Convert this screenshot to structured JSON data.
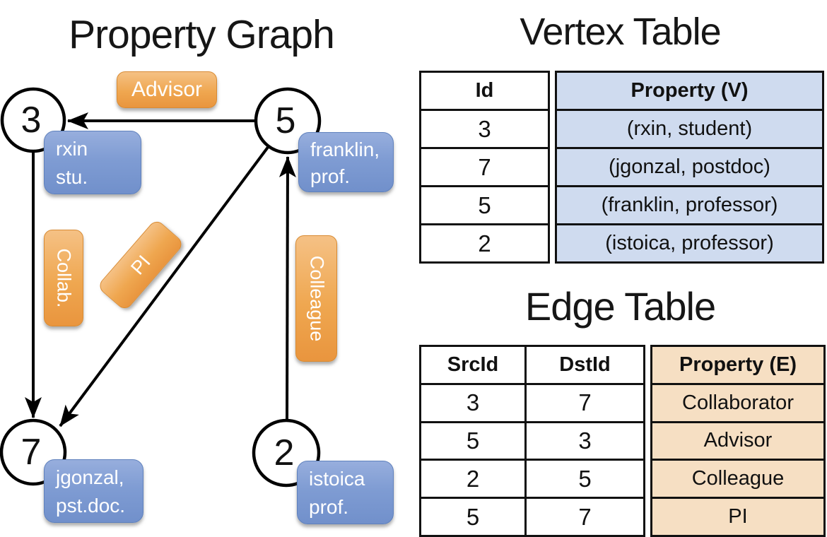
{
  "graph": {
    "title": "Property Graph",
    "nodes": [
      {
        "id": "3",
        "label_lines": [
          "rxin",
          "stu."
        ]
      },
      {
        "id": "5",
        "label_lines": [
          "franklin,",
          "prof."
        ]
      },
      {
        "id": "7",
        "label_lines": [
          "jgonzal,",
          "pst.doc."
        ]
      },
      {
        "id": "2",
        "label_lines": [
          "istoica",
          "prof."
        ]
      }
    ],
    "edge_labels": {
      "advisor": "Advisor",
      "collab": "Collab.",
      "pi": "PI",
      "colleague": "Colleague"
    }
  },
  "vertex_table": {
    "title": "Vertex Table",
    "columns": [
      "Id",
      "Property (V)"
    ],
    "rows": [
      [
        "3",
        "(rxin, student)"
      ],
      [
        "7",
        "(jgonzal, postdoc)"
      ],
      [
        "5",
        "(franklin, professor)"
      ],
      [
        "2",
        "(istoica, professor)"
      ]
    ]
  },
  "edge_table": {
    "title": "Edge Table",
    "columns": [
      "SrcId",
      "DstId",
      "Property (E)"
    ],
    "rows": [
      [
        "3",
        "7",
        "Collaborator"
      ],
      [
        "5",
        "3",
        "Advisor"
      ],
      [
        "2",
        "5",
        "Colleague"
      ],
      [
        "5",
        "7",
        "PI"
      ]
    ]
  },
  "colors": {
    "edge_label_fill": "#efa750",
    "node_label_fill": "#7f9cd3",
    "vertex_property_fill": "#cfdbef",
    "edge_property_fill": "#f6dfc3",
    "line": "#000000"
  }
}
